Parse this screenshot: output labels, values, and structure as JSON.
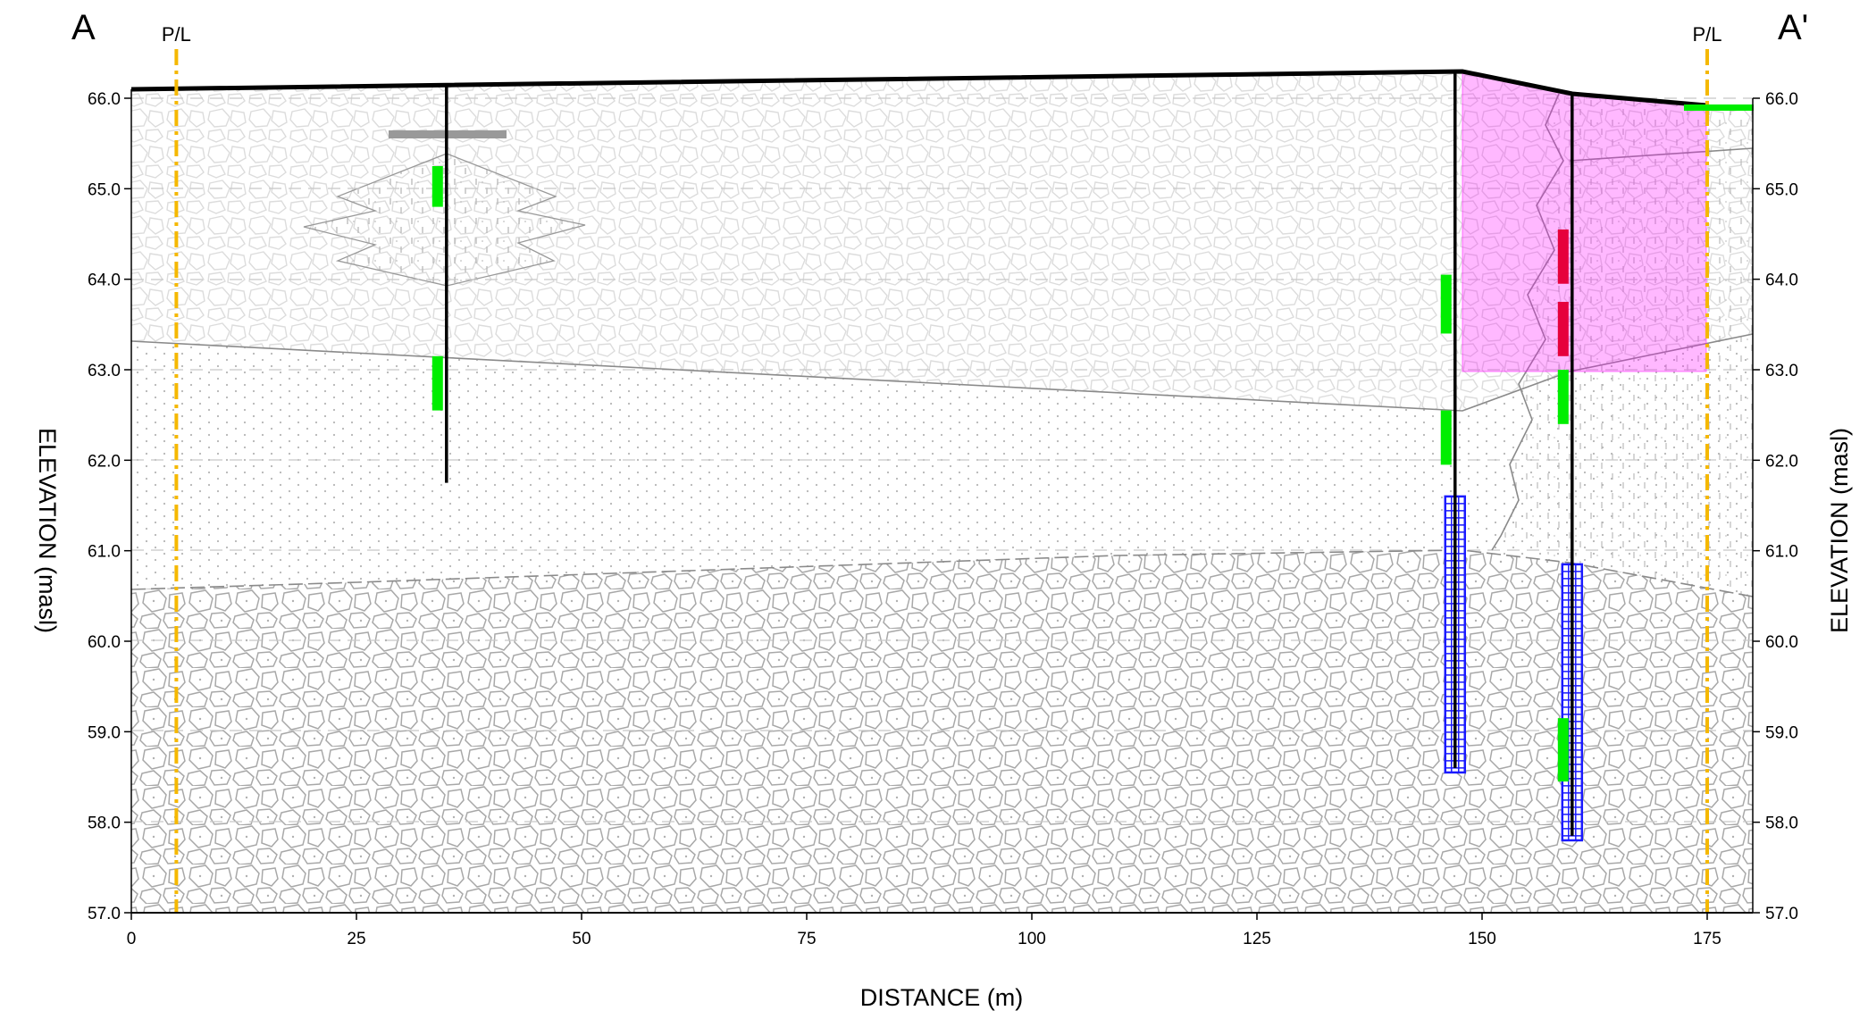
{
  "section": {
    "label_left": "A",
    "label_right": "A'",
    "property_line_label": "P/L",
    "x_axis_title": "DISTANCE (m)",
    "y_axis_title": "ELEVATION (masl)",
    "x_range": [
      0,
      180
    ],
    "y_range": [
      57,
      66.6
    ],
    "x_ticks": [
      "0",
      "25",
      "50",
      "75",
      "100",
      "125",
      "150",
      "175"
    ],
    "y_ticks": [
      "57.0",
      "58.0",
      "59.0",
      "60.0",
      "61.0",
      "62.0",
      "63.0",
      "64.0",
      "65.0",
      "66.0"
    ]
  },
  "colors": {
    "impacted_zone": "#ff00ff",
    "property_line": "#f5b800",
    "sample_clean": "#00ee00",
    "sample_exceed": "#e6003c",
    "well_screen": "#1a1aff",
    "boring": "#000000",
    "contact": "#888888"
  },
  "property_lines": [
    5,
    175
  ],
  "ground_surface": [
    [
      0,
      66.1
    ],
    [
      147,
      66.28
    ],
    [
      160,
      66.03
    ],
    [
      175,
      65.9
    ]
  ],
  "boreholes": [
    {
      "x": 35,
      "top": 66.15,
      "bottom": 61.75,
      "samples": [
        {
          "top": 65.25,
          "bottom": 64.8,
          "status": "clean"
        },
        {
          "top": 63.15,
          "bottom": 62.55,
          "status": "clean"
        }
      ]
    },
    {
      "x": 147,
      "top": 66.28,
      "bottom": 58.6,
      "samples": [
        {
          "top": 64.05,
          "bottom": 63.4,
          "status": "clean"
        },
        {
          "top": 62.55,
          "bottom": 61.95,
          "status": "clean"
        }
      ],
      "screen": {
        "top": 61.6,
        "bottom": 58.55
      }
    },
    {
      "x": 160,
      "top": 66.03,
      "bottom": 57.85,
      "samples": [
        {
          "top": 64.55,
          "bottom": 63.95,
          "status": "exceed"
        },
        {
          "top": 63.75,
          "bottom": 63.15,
          "status": "exceed"
        },
        {
          "top": 63.0,
          "bottom": 62.4,
          "status": "clean"
        },
        {
          "top": 59.15,
          "bottom": 58.45,
          "status": "clean"
        }
      ],
      "screen": {
        "top": 60.85,
        "bottom": 57.8
      }
    }
  ]
}
